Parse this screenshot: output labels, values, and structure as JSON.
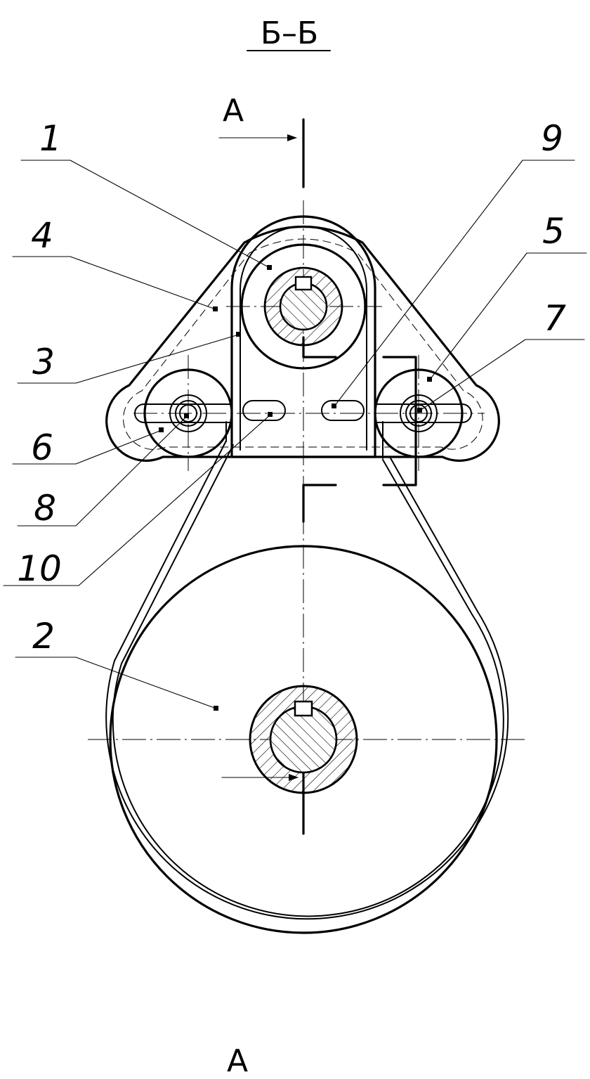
{
  "title": "Б–Б",
  "section_markers": {
    "top": "А",
    "bottom": "А"
  },
  "callouts": [
    {
      "id": "c1",
      "label": "1"
    },
    {
      "id": "c4",
      "label": "4"
    },
    {
      "id": "c3",
      "label": "3"
    },
    {
      "id": "c6",
      "label": "6"
    },
    {
      "id": "c8",
      "label": "8"
    },
    {
      "id": "c10",
      "label": "10"
    },
    {
      "id": "c2",
      "label": "2"
    },
    {
      "id": "c9",
      "label": "9"
    },
    {
      "id": "c5",
      "label": "5"
    },
    {
      "id": "c7",
      "label": "7"
    }
  ]
}
